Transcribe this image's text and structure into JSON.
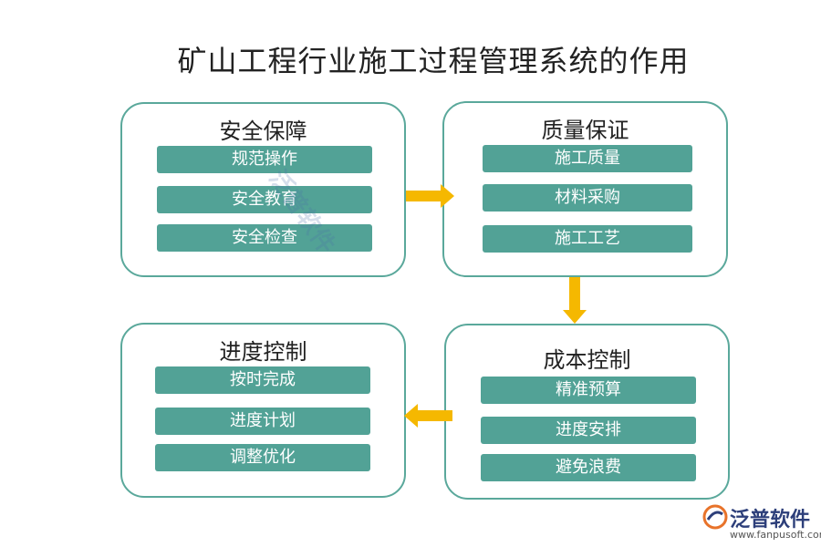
{
  "title": "矿山工程行业施工过程管理系统的作用",
  "boxes": {
    "safety": {
      "title": "安全保障",
      "items": [
        "规范操作",
        "安全教育",
        "安全检查"
      ]
    },
    "quality": {
      "title": "质量保证",
      "items": [
        "施工质量",
        "材料采购",
        "施工工艺"
      ]
    },
    "cost": {
      "title": "成本控制",
      "items": [
        "精准预算",
        "进度安排",
        "避免浪费"
      ]
    },
    "progress": {
      "title": "进度控制",
      "items": [
        "按时完成",
        "进度计划",
        "调整优化"
      ]
    }
  },
  "colors": {
    "border": "#5aa89b",
    "item_fill": "#52a296",
    "arrow": "#f5b800",
    "logo": "#2d3f7a"
  },
  "watermark": "泛普软件",
  "logo": {
    "name": "泛普软件",
    "url": "www.fanpusoft.com",
    "icon": "fanpu-logo-icon"
  }
}
